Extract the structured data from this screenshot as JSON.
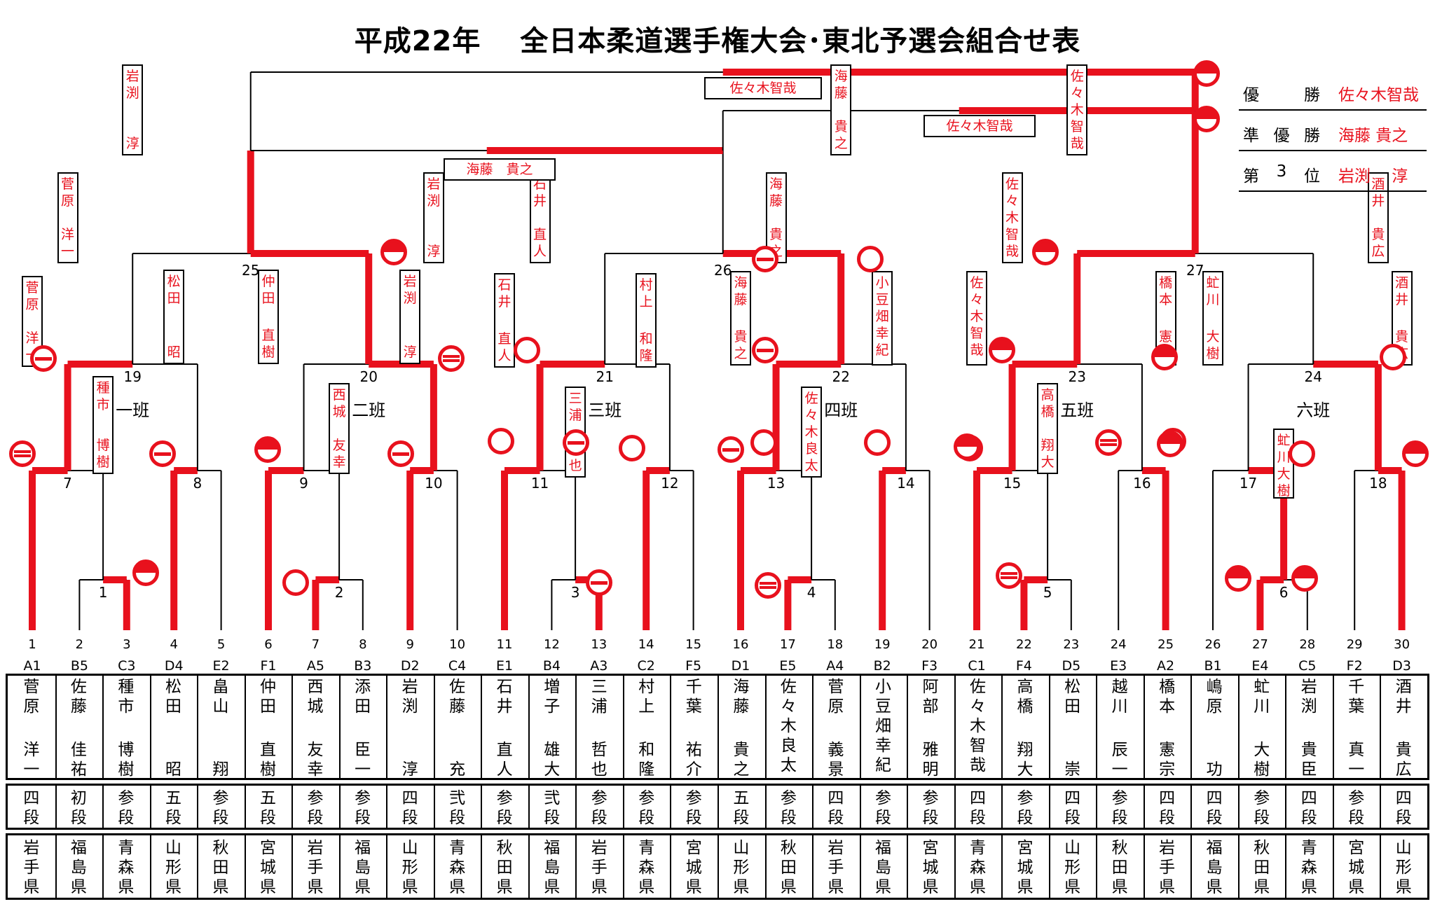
{
  "title": "平成22年　 全日本柔道選手権大会･東北予選会組合せ表",
  "colors": {
    "winner": "#e8111d",
    "line": "#000000"
  },
  "results": [
    {
      "label": "優勝",
      "value": "佐々木智哉"
    },
    {
      "label": "準優勝",
      "value": "海藤 貴之"
    },
    {
      "label": "第3位",
      "value": "岩渕　 淳"
    }
  ],
  "groups": [
    "一班",
    "二班",
    "三班",
    "四班",
    "五班",
    "六班"
  ],
  "final_labels": [
    {
      "name": "佐々木智哉"
    },
    {
      "name": "佐々木智哉"
    },
    {
      "name": "海藤　貴之"
    }
  ],
  "matches": [
    "1",
    "2",
    "3",
    "4",
    "5",
    "6",
    "7",
    "8",
    "9",
    "10",
    "11",
    "12",
    "13",
    "14",
    "15",
    "16",
    "17",
    "18",
    "19",
    "20",
    "21",
    "22",
    "23",
    "24",
    "25",
    "26",
    "27"
  ],
  "winners": [
    {
      "id": "w1",
      "top": "種市",
      "bottom": "博樹"
    },
    {
      "id": "w2",
      "top": "西城",
      "bottom": "友幸"
    },
    {
      "id": "w3",
      "top": "三浦",
      "bottom": "哲也"
    },
    {
      "id": "w4",
      "top": "佐々木良太",
      "bottom": ""
    },
    {
      "id": "w5",
      "top": "高橋",
      "bottom": "翔大"
    },
    {
      "id": "w6",
      "top": "虻川",
      "bottom": "大樹"
    },
    {
      "id": "w7",
      "top": "菅原",
      "bottom": "洋一"
    },
    {
      "id": "w8",
      "top": "松田",
      "bottom": "昭"
    },
    {
      "id": "w9",
      "top": "仲田",
      "bottom": "直樹"
    },
    {
      "id": "w10",
      "top": "岩渕",
      "bottom": "淳"
    },
    {
      "id": "w11",
      "top": "石井",
      "bottom": "直人"
    },
    {
      "id": "w12",
      "top": "村上",
      "bottom": "和隆"
    },
    {
      "id": "w13",
      "top": "海藤",
      "bottom": "貴之"
    },
    {
      "id": "w14",
      "top": "小豆畑幸紀",
      "bottom": ""
    },
    {
      "id": "w15",
      "top": "佐々木智哉",
      "bottom": ""
    },
    {
      "id": "w16",
      "top": "橋本",
      "bottom": "憲宗"
    },
    {
      "id": "w17",
      "top": "虻川",
      "bottom": "大樹"
    },
    {
      "id": "w18",
      "top": "酒井",
      "bottom": "貴広"
    },
    {
      "id": "w19",
      "top": "菅原",
      "bottom": "洋一"
    },
    {
      "id": "w20",
      "top": "岩渕",
      "bottom": "淳"
    },
    {
      "id": "w21",
      "top": "石井",
      "bottom": "直人"
    },
    {
      "id": "w22",
      "top": "海藤",
      "bottom": "貴之"
    },
    {
      "id": "w23",
      "top": "佐々木智哉",
      "bottom": ""
    },
    {
      "id": "w24",
      "top": "酒井",
      "bottom": "貴広"
    },
    {
      "id": "w25",
      "top": "岩渕",
      "bottom": "淳"
    },
    {
      "id": "w26",
      "top": "海藤",
      "bottom": "貴之"
    },
    {
      "id": "w27",
      "top": "佐々木智哉",
      "bottom": ""
    }
  ],
  "players": [
    {
      "no": "1",
      "seed": "A1",
      "last": "菅原",
      "first": "洋一",
      "rank": "四段",
      "pref": "岩手県"
    },
    {
      "no": "2",
      "seed": "B5",
      "last": "佐藤",
      "first": "佳祐",
      "rank": "初段",
      "pref": "福島県"
    },
    {
      "no": "3",
      "seed": "C3",
      "last": "種市",
      "first": "博樹",
      "rank": "参段",
      "pref": "青森県"
    },
    {
      "no": "4",
      "seed": "D4",
      "last": "松田",
      "first": "昭",
      "rank": "五段",
      "pref": "山形県"
    },
    {
      "no": "5",
      "seed": "E2",
      "last": "畠山",
      "first": "翔",
      "rank": "参段",
      "pref": "秋田県"
    },
    {
      "no": "6",
      "seed": "F1",
      "last": "仲田",
      "first": "直樹",
      "rank": "五段",
      "pref": "宮城県"
    },
    {
      "no": "7",
      "seed": "A5",
      "last": "西城",
      "first": "友幸",
      "rank": "参段",
      "pref": "岩手県"
    },
    {
      "no": "8",
      "seed": "B3",
      "last": "添田",
      "first": "臣一",
      "rank": "参段",
      "pref": "福島県"
    },
    {
      "no": "9",
      "seed": "D2",
      "last": "岩渕",
      "first": "淳",
      "rank": "四段",
      "pref": "山形県"
    },
    {
      "no": "10",
      "seed": "C4",
      "last": "佐藤",
      "first": "充",
      "rank": "弐段",
      "pref": "青森県"
    },
    {
      "no": "11",
      "seed": "E1",
      "last": "石井",
      "first": "直人",
      "rank": "参段",
      "pref": "秋田県"
    },
    {
      "no": "12",
      "seed": "B4",
      "last": "増子",
      "first": "雄大",
      "rank": "弐段",
      "pref": "福島県"
    },
    {
      "no": "13",
      "seed": "A3",
      "last": "三浦",
      "first": "哲也",
      "rank": "参段",
      "pref": "岩手県"
    },
    {
      "no": "14",
      "seed": "C2",
      "last": "村上",
      "first": "和隆",
      "rank": "参段",
      "pref": "青森県"
    },
    {
      "no": "15",
      "seed": "F5",
      "last": "千葉",
      "first": "祐介",
      "rank": "参段",
      "pref": "宮城県"
    },
    {
      "no": "16",
      "seed": "D1",
      "last": "海藤",
      "first": "貴之",
      "rank": "五段",
      "pref": "山形県"
    },
    {
      "no": "17",
      "seed": "E5",
      "last": "佐々木良太",
      "first": "",
      "rank": "参段",
      "pref": "秋田県"
    },
    {
      "no": "18",
      "seed": "A4",
      "last": "菅原",
      "first": "義景",
      "rank": "四段",
      "pref": "岩手県"
    },
    {
      "no": "19",
      "seed": "B2",
      "last": "小豆畑幸紀",
      "first": "",
      "rank": "参段",
      "pref": "福島県"
    },
    {
      "no": "20",
      "seed": "F3",
      "last": "阿部",
      "first": "雅明",
      "rank": "参段",
      "pref": "宮城県"
    },
    {
      "no": "21",
      "seed": "C1",
      "last": "佐々木智哉",
      "first": "",
      "rank": "四段",
      "pref": "青森県"
    },
    {
      "no": "22",
      "seed": "F4",
      "last": "高橋",
      "first": "翔大",
      "rank": "参段",
      "pref": "宮城県"
    },
    {
      "no": "23",
      "seed": "D5",
      "last": "松田",
      "first": "崇",
      "rank": "四段",
      "pref": "山形県"
    },
    {
      "no": "24",
      "seed": "E3",
      "last": "越川",
      "first": "辰一",
      "rank": "参段",
      "pref": "秋田県"
    },
    {
      "no": "25",
      "seed": "A2",
      "last": "橋本",
      "first": "憲宗",
      "rank": "四段",
      "pref": "岩手県"
    },
    {
      "no": "26",
      "seed": "B1",
      "last": "嶋原",
      "first": "功",
      "rank": "四段",
      "pref": "福島県"
    },
    {
      "no": "27",
      "seed": "E4",
      "last": "虻川",
      "first": "大樹",
      "rank": "参段",
      "pref": "秋田県"
    },
    {
      "no": "28",
      "seed": "C5",
      "last": "岩渕",
      "first": "貴臣",
      "rank": "四段",
      "pref": "青森県"
    },
    {
      "no": "29",
      "seed": "F2",
      "last": "千葉",
      "first": "真一",
      "rank": "参段",
      "pref": "宮城県"
    },
    {
      "no": "30",
      "seed": "D3",
      "last": "酒井",
      "first": "貴広",
      "rank": "四段",
      "pref": "山形県"
    }
  ],
  "markers": [
    "half",
    "half",
    "half",
    "half",
    "circle",
    "bar",
    "bar",
    "dbar",
    "half",
    "circle",
    "half",
    "bar",
    "circle",
    "dbar",
    "bar",
    "half",
    "bar",
    "circle",
    "circle",
    "bar",
    "circle",
    "bar",
    "dbar",
    "bar",
    "circle",
    "half",
    "half",
    "circle",
    "bar",
    "dbar",
    "dbar",
    "half",
    "half",
    "half",
    "half",
    "circle",
    "bar"
  ]
}
